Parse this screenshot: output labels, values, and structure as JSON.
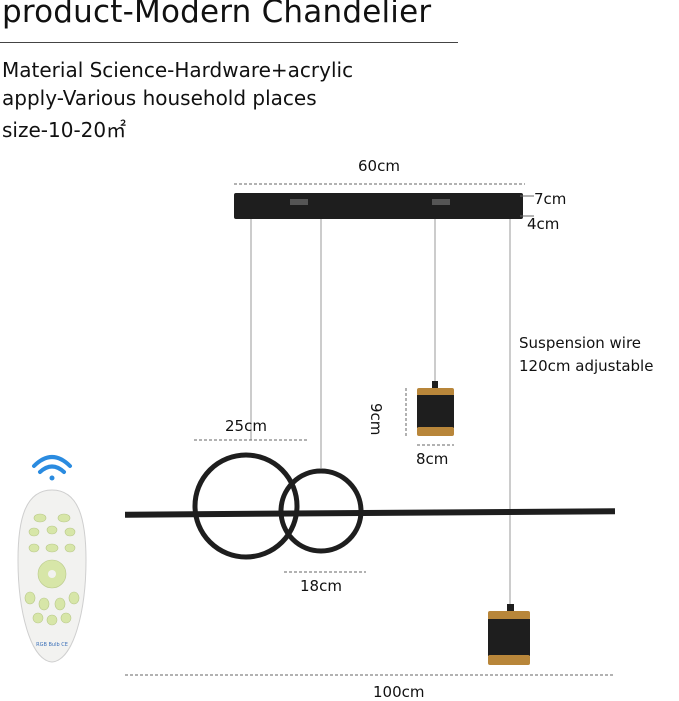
{
  "header": {
    "title": "product-Modern Chandelier"
  },
  "specs": [
    "Material Science-Hardware+acrylic",
    "apply-Various household places",
    "size-10-20㎡"
  ],
  "dimensions": {
    "canopy_width": "60cm",
    "canopy_height": "7cm",
    "canopy_depth": "4cm",
    "wire_line1": "Suspension wire",
    "wire_line2": "120cm adjustable",
    "pendant_height": "9cm",
    "pendant_width": "8cm",
    "large_ring": "25cm",
    "small_ring": "18cm",
    "total_length": "100cm"
  },
  "remote": {
    "brand_text": "RGB Bulb CE"
  },
  "colors": {
    "fixture": "#1e1e1e",
    "gold": "#b8863a",
    "remote_body": "#f2f2f0",
    "remote_buttons": "#d7e6a8",
    "wifi": "#2a8be0",
    "dim_line": "#555555"
  }
}
